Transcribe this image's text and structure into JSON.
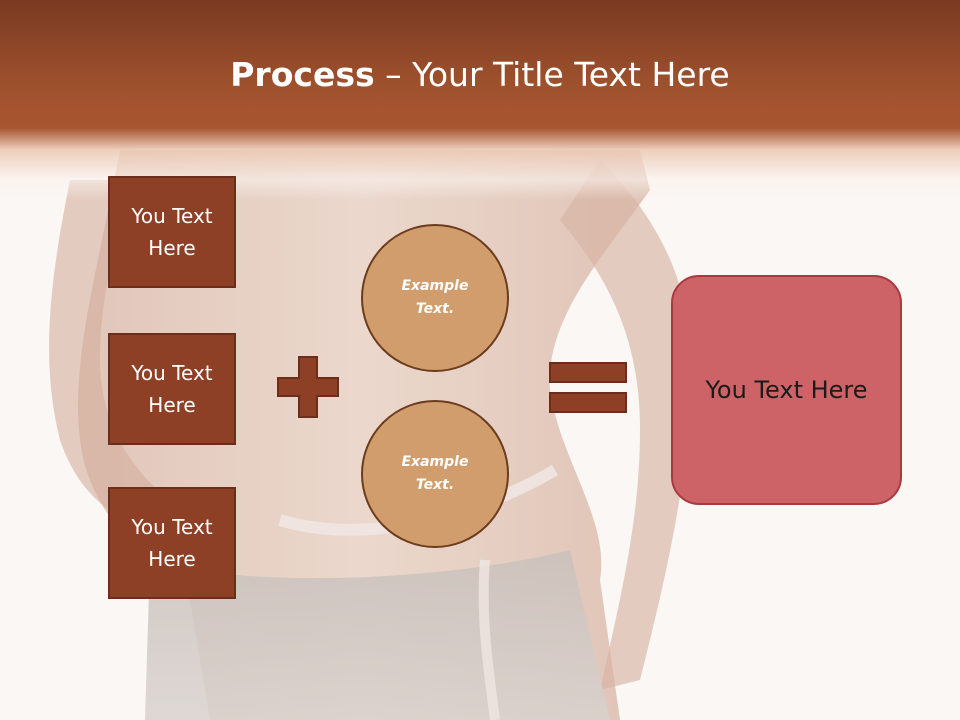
{
  "title": {
    "strong": "Process",
    "separator": " – ",
    "rest": "Your Title Text Here"
  },
  "left_boxes": [
    {
      "label": "You Text Here"
    },
    {
      "label": "You Text Here"
    },
    {
      "label": "You Text Here"
    }
  ],
  "circles": [
    {
      "label": "Example Text."
    },
    {
      "label": "Example Text."
    }
  ],
  "result": {
    "label": "You Text Here"
  },
  "colors": {
    "title_band": "#a0522d",
    "box_fill": "#8e4026",
    "circle_fill": "#d29d6c",
    "result_fill": "#cd6366",
    "operator_fill": "#8e4026"
  },
  "icons": {
    "plus": "plus-icon",
    "equals": "equals-icon"
  }
}
